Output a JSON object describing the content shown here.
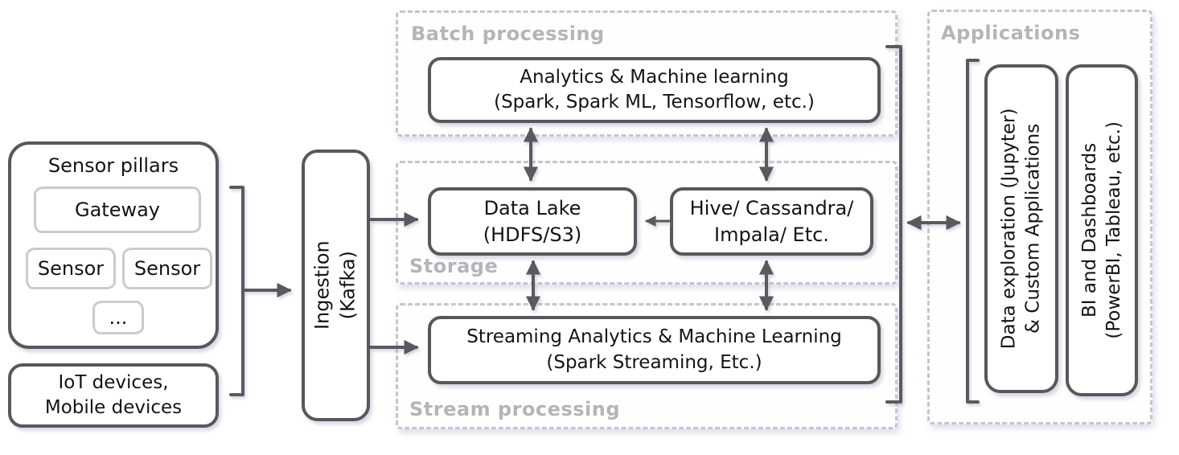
{
  "diagram": {
    "sources": {
      "sensor_pillars": {
        "title": "Sensor pillars",
        "gateway": "Gateway",
        "sensor_a": "Sensor",
        "sensor_b": "Sensor",
        "ellipsis": "..."
      },
      "iot_devices": {
        "line1": "IoT devices,",
        "line2": "Mobile devices"
      }
    },
    "ingestion": {
      "line1": "Ingestion",
      "line2": "(Kafka)"
    },
    "batch_processing": {
      "label": "Batch processing",
      "analytics_ml": {
        "line1": "Analytics & Machine learning",
        "line2": "(Spark, Spark ML, Tensorflow, etc.)"
      }
    },
    "storage": {
      "label": "Storage",
      "data_lake": {
        "line1": "Data Lake",
        "line2": "(HDFS/S3)"
      },
      "warehouses": {
        "line1": "Hive/ Cassandra/",
        "line2": "Impala/ Etc."
      }
    },
    "stream_processing": {
      "label": "Stream processing",
      "streaming_ml": {
        "line1": "Streaming Analytics & Machine Learning",
        "line2": "(Spark Streaming, Etc.)"
      }
    },
    "applications": {
      "label": "Applications",
      "data_exploration": {
        "line1": "Data exploration (Jupyter)",
        "line2": "& Custom Applications"
      },
      "bi_dashboards": {
        "line1": "BI and Dashboards",
        "line2": "(PowerBI, Tableau, etc.)"
      }
    },
    "colors": {
      "box_border": "#58585b",
      "light_border": "#cbcbcb",
      "dashed_border": "#c6c6c9",
      "section_label": "#b5b5b8",
      "text": "#141414",
      "arrow": "#5a5a5e"
    }
  }
}
